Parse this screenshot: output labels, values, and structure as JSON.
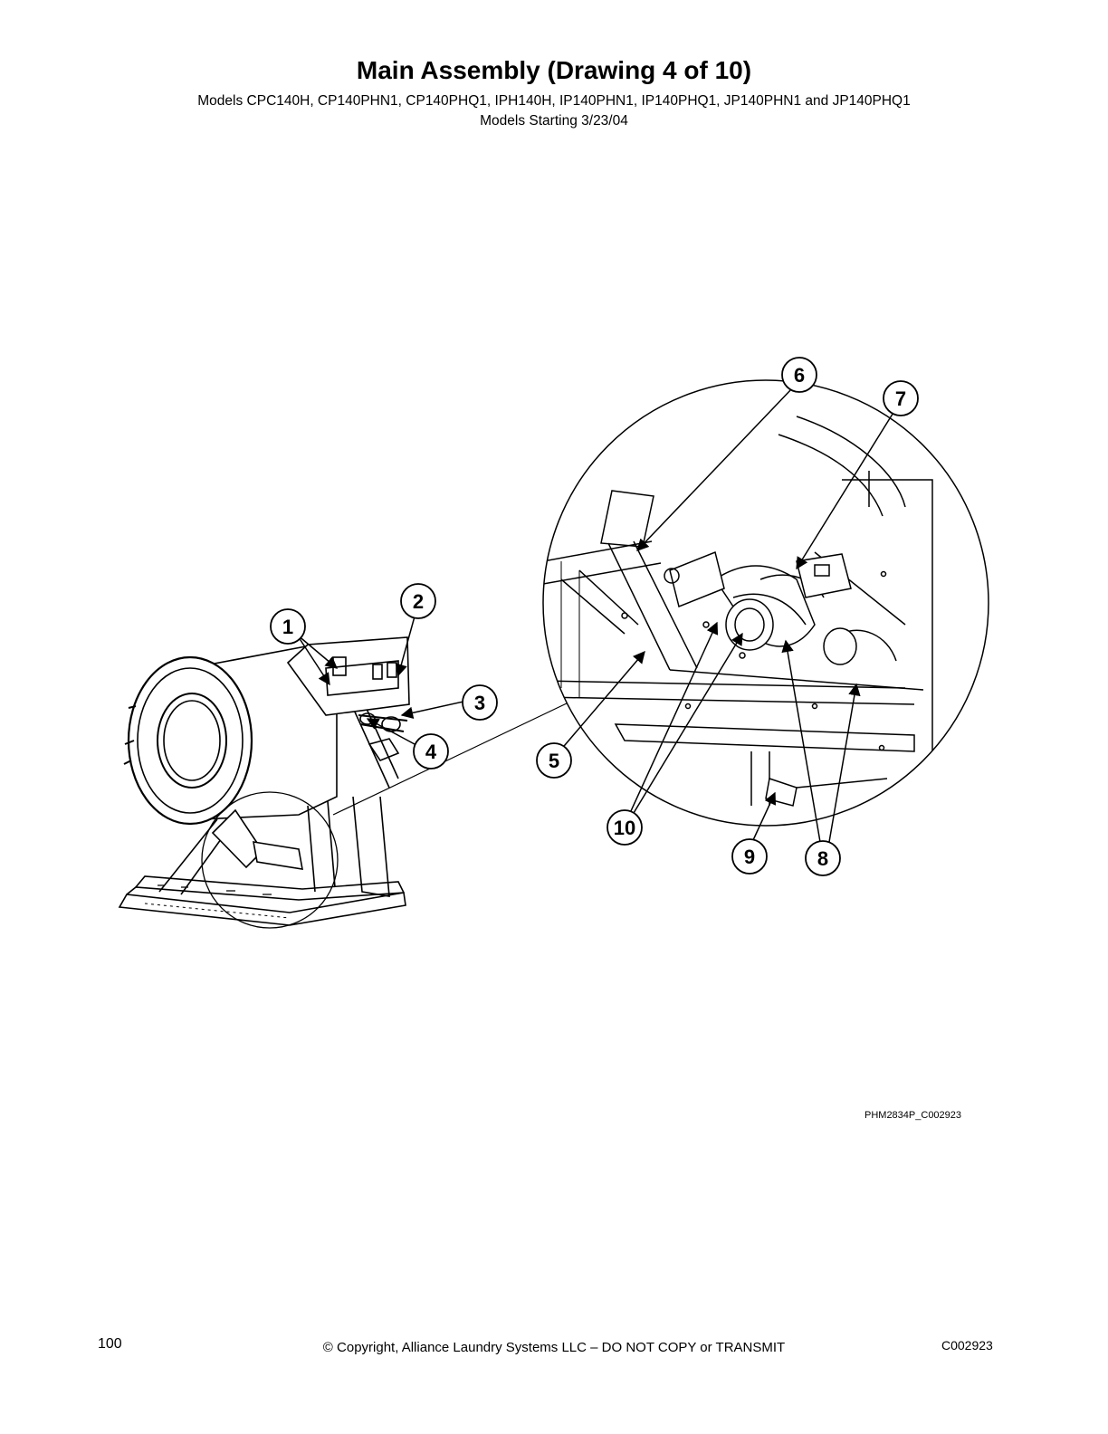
{
  "header": {
    "title": "Main Assembly (Drawing 4 of 10)",
    "models": "Models CPC140H, CP140PHN1, CP140PHQ1, IPH140H, IP140PHN1, IP140PHQ1, JP140PHN1 and JP140PHQ1",
    "start": "Models Starting 3/23/04"
  },
  "drawing": {
    "callouts": [
      "1",
      "2",
      "3",
      "4",
      "5",
      "6",
      "7",
      "8",
      "9",
      "10"
    ],
    "figure_ref": "PHM2834P_C002923"
  },
  "footer": {
    "page_number": "100",
    "copyright": "© Copyright, Alliance Laundry Systems LLC – DO NOT COPY or TRANSMIT",
    "doc_code": "C002923"
  }
}
